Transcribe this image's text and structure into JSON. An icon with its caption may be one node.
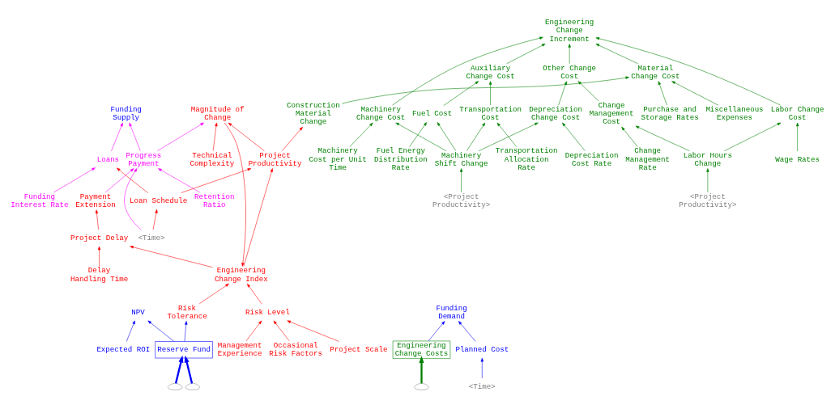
{
  "diagram": {
    "nodes": [
      {
        "text": [],
        "shape": "cloud"
      },
      {
        "text": [
          "Reserve Fund"
        ]
      },
      {
        "text": [],
        "shape": "cloud"
      },
      {
        "text": [
          "Funding Demand"
        ]
      },
      {
        "text": [
          "Funding Supply"
        ]
      },
      {
        "text": [],
        "shape": "cloud"
      },
      {
        "text": [
          "Engineering Change Costs"
        ]
      },
      {
        "text": [
          "Engineering Change Increment"
        ]
      },
      {
        "text": [
          "<Time>"
        ]
      },
      {
        "text": [
          "Planned Cost"
        ]
      },
      {
        "text": [
          "NPV"
        ]
      },
      {
        "text": [
          "Expected ROI"
        ]
      },
      {
        "text": [
          "Risk Tolerance"
        ]
      },
      {
        "text": [
          "<Time>"
        ]
      },
      {
        "text": [
          "Progress Payment"
        ]
      },
      {
        "text": [
          "Retention Ratio"
        ]
      },
      {
        "text": [
          "Loan Schedule"
        ]
      },
      {
        "text": [
          "Loans"
        ]
      },
      {
        "text": [
          "Payment Extension"
        ]
      },
      {
        "text": [
          "Project Delay"
        ]
      },
      {
        "text": [
          "Engineering Change Index"
        ]
      },
      {
        "text": [
          "Project Productivity"
        ]
      },
      {
        "text": [
          "Funding Interest Rate"
        ]
      },
      {
        "text": [
          "Magnitude of Change"
        ]
      },
      {
        "text": [
          "Delay Handling Time"
        ]
      },
      {
        "text": [
          "Risk Level"
        ]
      },
      {
        "text": [
          "Technical Complexity"
        ]
      },
      {
        "text": [
          "Management Experience"
        ]
      },
      {
        "text": [
          "Occasional Risk Factors"
        ]
      },
      {
        "text": [
          "Project Scale"
        ]
      },
      {
        "text": [
          "Construction Material Change"
        ]
      },
      {
        "text": [
          "Machinery Change Cost"
        ]
      },
      {
        "text": [
          "Auxiliary Change Cost"
        ]
      },
      {
        "text": [
          "Other Change Cost"
        ]
      },
      {
        "text": [
          "Labor Change Cost"
        ]
      },
      {
        "text": [
          "Material Change Cost"
        ]
      },
      {
        "text": [
          "Miscellaneous Expenses"
        ]
      },
      {
        "text": [
          "Transportation Cost"
        ]
      },
      {
        "text": [
          "Fuel Cost"
        ]
      },
      {
        "text": [
          "Change Management Cost"
        ]
      },
      {
        "text": [
          "Wage Rates"
        ]
      },
      {
        "text": [
          "Depreciation Cost Rate"
        ]
      },
      {
        "text": [
          "Machinery Cost per Unit Time"
        ]
      },
      {
        "text": [
          "Depreciation Change Cost"
        ]
      },
      {
        "text": [
          "Purchase and Storage Rates"
        ]
      },
      {
        "text": [
          "Labor Hours Change"
        ]
      },
      {
        "text": [
          "Transportation Allocation Rate"
        ]
      },
      {
        "text": [
          "Machinery Shift Change"
        ]
      },
      {
        "text": [
          "Change Management Rate"
        ]
      },
      {
        "text": [
          "Fuel Energy Distribution Rate"
        ]
      },
      {
        "text": [
          "<Project Productivity>"
        ]
      },
      {
        "text": [
          "<Project Productivity>"
        ]
      }
    ],
    "edges": [
      {
        "from": 0,
        "to": 1,
        "arrow": "to",
        "style": "thick",
        "color": "#0000ff"
      },
      {
        "from": 2,
        "to": 1,
        "arrow": "to",
        "style": "thick",
        "color": "#0000ff"
      },
      {
        "from": 5,
        "to": 6,
        "arrow": "to",
        "style": "thick"
      },
      {
        "from": 6,
        "to": 3,
        "arrow": "to",
        "color": "#0000ff"
      },
      {
        "from": 9,
        "to": 3,
        "arrow": "to",
        "color": "#0000ff"
      },
      {
        "from": 8,
        "to": 9,
        "arrow": "to",
        "color": "#0000ff"
      },
      {
        "from": 1,
        "to": 10,
        "arrow": "to",
        "color": "#0000ff"
      },
      {
        "from": 11,
        "to": 10,
        "arrow": "to",
        "color": "#0000ff"
      },
      {
        "from": 1,
        "to": 12,
        "arrow": "to",
        "color": "#0000ff"
      },
      {
        "from": 14,
        "to": 4,
        "arrow": "to",
        "color": "#ff00ff"
      },
      {
        "from": 17,
        "to": 4,
        "arrow": "to",
        "color": "#ff00ff"
      },
      {
        "from": 13,
        "to": 14,
        "arrow": "to",
        "color": "#ff00ff"
      },
      {
        "from": 15,
        "to": 14,
        "arrow": "to",
        "color": "#ff00ff"
      },
      {
        "from": 18,
        "to": 14,
        "arrow": "to",
        "color": "#ff00ff"
      },
      {
        "from": 14,
        "to": 23,
        "arrow": "to",
        "color": "#ff00ff"
      },
      {
        "from": 22,
        "to": 17,
        "arrow": "to",
        "color": "#ff00ff"
      },
      {
        "from": 13,
        "to": 16,
        "arrow": "to",
        "color": "#ff0000"
      },
      {
        "from": 16,
        "to": 17,
        "arrow": "to",
        "color": "#ff0000"
      },
      {
        "from": 16,
        "to": 21,
        "arrow": "to",
        "color": "#ff0000"
      },
      {
        "from": 12,
        "to": 20,
        "arrow": "to",
        "color": "#ff0000"
      },
      {
        "from": 20,
        "to": 21,
        "arrow": "to",
        "color": "#ff0000"
      },
      {
        "from": 20,
        "to": 19,
        "arrow": "to",
        "color": "#ff0000"
      },
      {
        "from": 19,
        "to": 18,
        "arrow": "to",
        "color": "#ff0000"
      },
      {
        "from": 21,
        "to": 23,
        "arrow": "to",
        "color": "#ff0000"
      },
      {
        "from": 23,
        "to": 20,
        "arrow": "to",
        "color": "#ff0000"
      },
      {
        "from": 25,
        "to": 20,
        "arrow": "to",
        "color": "#ff0000"
      },
      {
        "from": 24,
        "to": 19,
        "arrow": "to",
        "color": "#ff0000"
      },
      {
        "from": 26,
        "to": 23,
        "arrow": "to",
        "color": "#ff0000"
      },
      {
        "from": 27,
        "to": 25,
        "arrow": "to",
        "color": "#ff0000"
      },
      {
        "from": 28,
        "to": 25,
        "arrow": "to",
        "color": "#ff0000"
      },
      {
        "from": 29,
        "to": 25,
        "arrow": "to",
        "color": "#ff0000"
      },
      {
        "from": 21,
        "to": 30,
        "arrow": "to",
        "color": "#ff0000"
      },
      {
        "from": 31,
        "to": 7,
        "arrow": "to"
      },
      {
        "from": 32,
        "to": 7,
        "arrow": "to"
      },
      {
        "from": 33,
        "to": 7,
        "arrow": "to"
      },
      {
        "from": 34,
        "to": 7,
        "arrow": "to"
      },
      {
        "from": 35,
        "to": 7,
        "arrow": "to"
      },
      {
        "from": 36,
        "to": 35,
        "arrow": "to"
      },
      {
        "from": 30,
        "to": 35,
        "arrow": "to"
      },
      {
        "from": 44,
        "to": 35,
        "arrow": "to"
      },
      {
        "from": 45,
        "to": 34,
        "arrow": "to"
      },
      {
        "from": 40,
        "to": 34,
        "arrow": "to"
      },
      {
        "from": 39,
        "to": 33,
        "arrow": "to"
      },
      {
        "from": 43,
        "to": 33,
        "arrow": "to"
      },
      {
        "from": 41,
        "to": 43,
        "arrow": "to"
      },
      {
        "from": 45,
        "to": 39,
        "arrow": "to"
      },
      {
        "from": 48,
        "to": 39,
        "arrow": "to"
      },
      {
        "from": 47,
        "to": 43,
        "arrow": "to"
      },
      {
        "from": 47,
        "to": 38,
        "arrow": "to"
      },
      {
        "from": 47,
        "to": 37,
        "arrow": "to"
      },
      {
        "from": 47,
        "to": 31,
        "arrow": "to"
      },
      {
        "from": 42,
        "to": 31,
        "arrow": "to"
      },
      {
        "from": 46,
        "to": 37,
        "arrow": "to"
      },
      {
        "from": 37,
        "to": 32,
        "arrow": "to"
      },
      {
        "from": 38,
        "to": 32,
        "arrow": "to"
      },
      {
        "from": 49,
        "to": 38,
        "arrow": "to"
      },
      {
        "from": 50,
        "to": 47,
        "arrow": "to"
      },
      {
        "from": 51,
        "to": 45,
        "arrow": "to"
      }
    ]
  }
}
